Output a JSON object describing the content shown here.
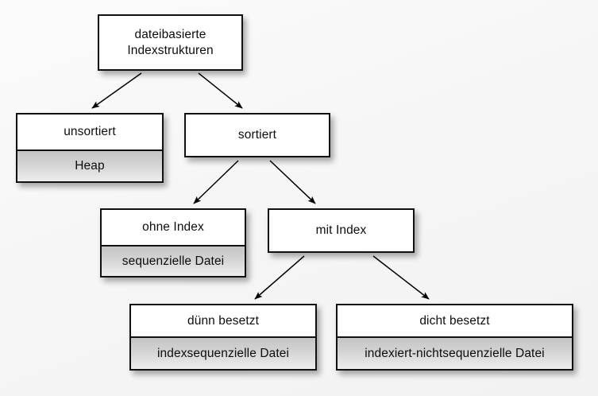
{
  "diagram": {
    "title": "dateibasierte Indexstrukturen",
    "type": "tree",
    "language": "de",
    "background_color": "#f7f7f7",
    "node_fill": "#ffffff",
    "node_sub_fill": "#d2d2d2",
    "border_color": "#111111",
    "edge_color": "#000000"
  },
  "nodes": {
    "root": {
      "label": "dateibasierte\nIndexstrukturen",
      "sub": null
    },
    "unsorted": {
      "label": "unsortiert",
      "sub": "Heap"
    },
    "sorted": {
      "label": "sortiert",
      "sub": null
    },
    "noindex": {
      "label": "ohne Index",
      "sub": "sequenzielle Datei"
    },
    "withindex": {
      "label": "mit Index",
      "sub": null
    },
    "sparse": {
      "label": "dünn besetzt",
      "sub": "indexsequenzielle Datei"
    },
    "dense": {
      "label": "dicht besetzt",
      "sub": "indexiert-nichtsequenzielle Datei"
    }
  },
  "edges": [
    {
      "from": "root",
      "to": "unsorted"
    },
    {
      "from": "root",
      "to": "sorted"
    },
    {
      "from": "sorted",
      "to": "noindex"
    },
    {
      "from": "sorted",
      "to": "withindex"
    },
    {
      "from": "withindex",
      "to": "sparse"
    },
    {
      "from": "withindex",
      "to": "dense"
    }
  ]
}
